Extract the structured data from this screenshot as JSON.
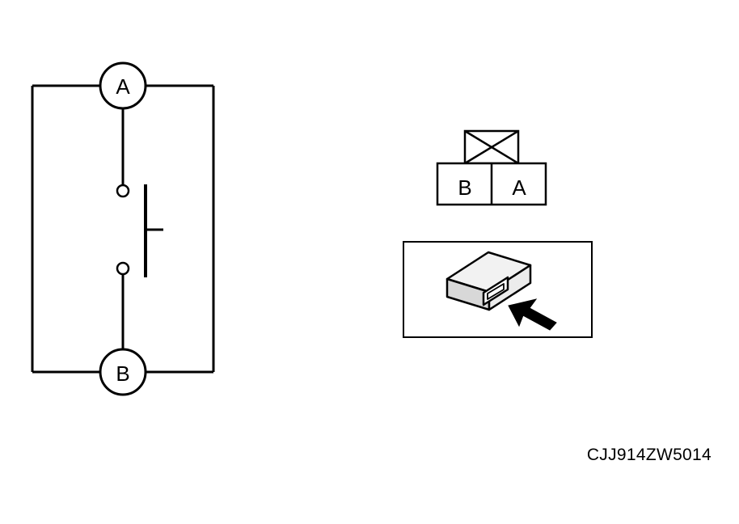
{
  "schematic": {
    "terminal_top": "A",
    "terminal_bottom": "B"
  },
  "connector_face": {
    "left_pin": "B",
    "right_pin": "A"
  },
  "figure_code": "CJJ914ZW5014",
  "colors": {
    "line": "#000000",
    "background": "#ffffff",
    "unit_shade": "#e8e8e8"
  }
}
